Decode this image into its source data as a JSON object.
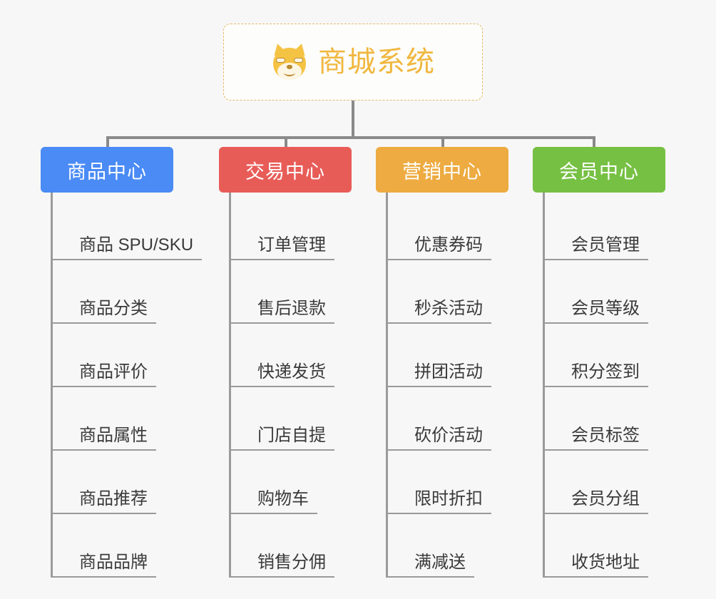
{
  "root": {
    "title": "商城系统",
    "icon": "shiba-dog-emoji",
    "border_color": "#e8b866",
    "text_color": "#f0b73f"
  },
  "canvas": {
    "background": "#f7f7f7",
    "connector_color": "#8a8a8a"
  },
  "branches": [
    {
      "label": "商品中心",
      "color": "#4a8bf5",
      "children": [
        {
          "label": "商品 SPU/SKU"
        },
        {
          "label": "商品分类"
        },
        {
          "label": "商品评价"
        },
        {
          "label": "商品属性"
        },
        {
          "label": "商品推荐"
        },
        {
          "label": "商品品牌"
        }
      ]
    },
    {
      "label": "交易中心",
      "color": "#e85c58",
      "children": [
        {
          "label": "订单管理"
        },
        {
          "label": "售后退款"
        },
        {
          "label": "快递发货"
        },
        {
          "label": "门店自提"
        },
        {
          "label": "购物车"
        },
        {
          "label": "销售分佣"
        }
      ]
    },
    {
      "label": "营销中心",
      "color": "#edab41",
      "children": [
        {
          "label": "优惠券码"
        },
        {
          "label": "秒杀活动"
        },
        {
          "label": "拼团活动"
        },
        {
          "label": "砍价活动"
        },
        {
          "label": "限时折扣"
        },
        {
          "label": "满减送"
        }
      ]
    },
    {
      "label": "会员中心",
      "color": "#76c043",
      "children": [
        {
          "label": "会员管理"
        },
        {
          "label": "会员等级"
        },
        {
          "label": "积分签到"
        },
        {
          "label": "会员标签"
        },
        {
          "label": "会员分组"
        },
        {
          "label": "收货地址"
        }
      ]
    }
  ]
}
